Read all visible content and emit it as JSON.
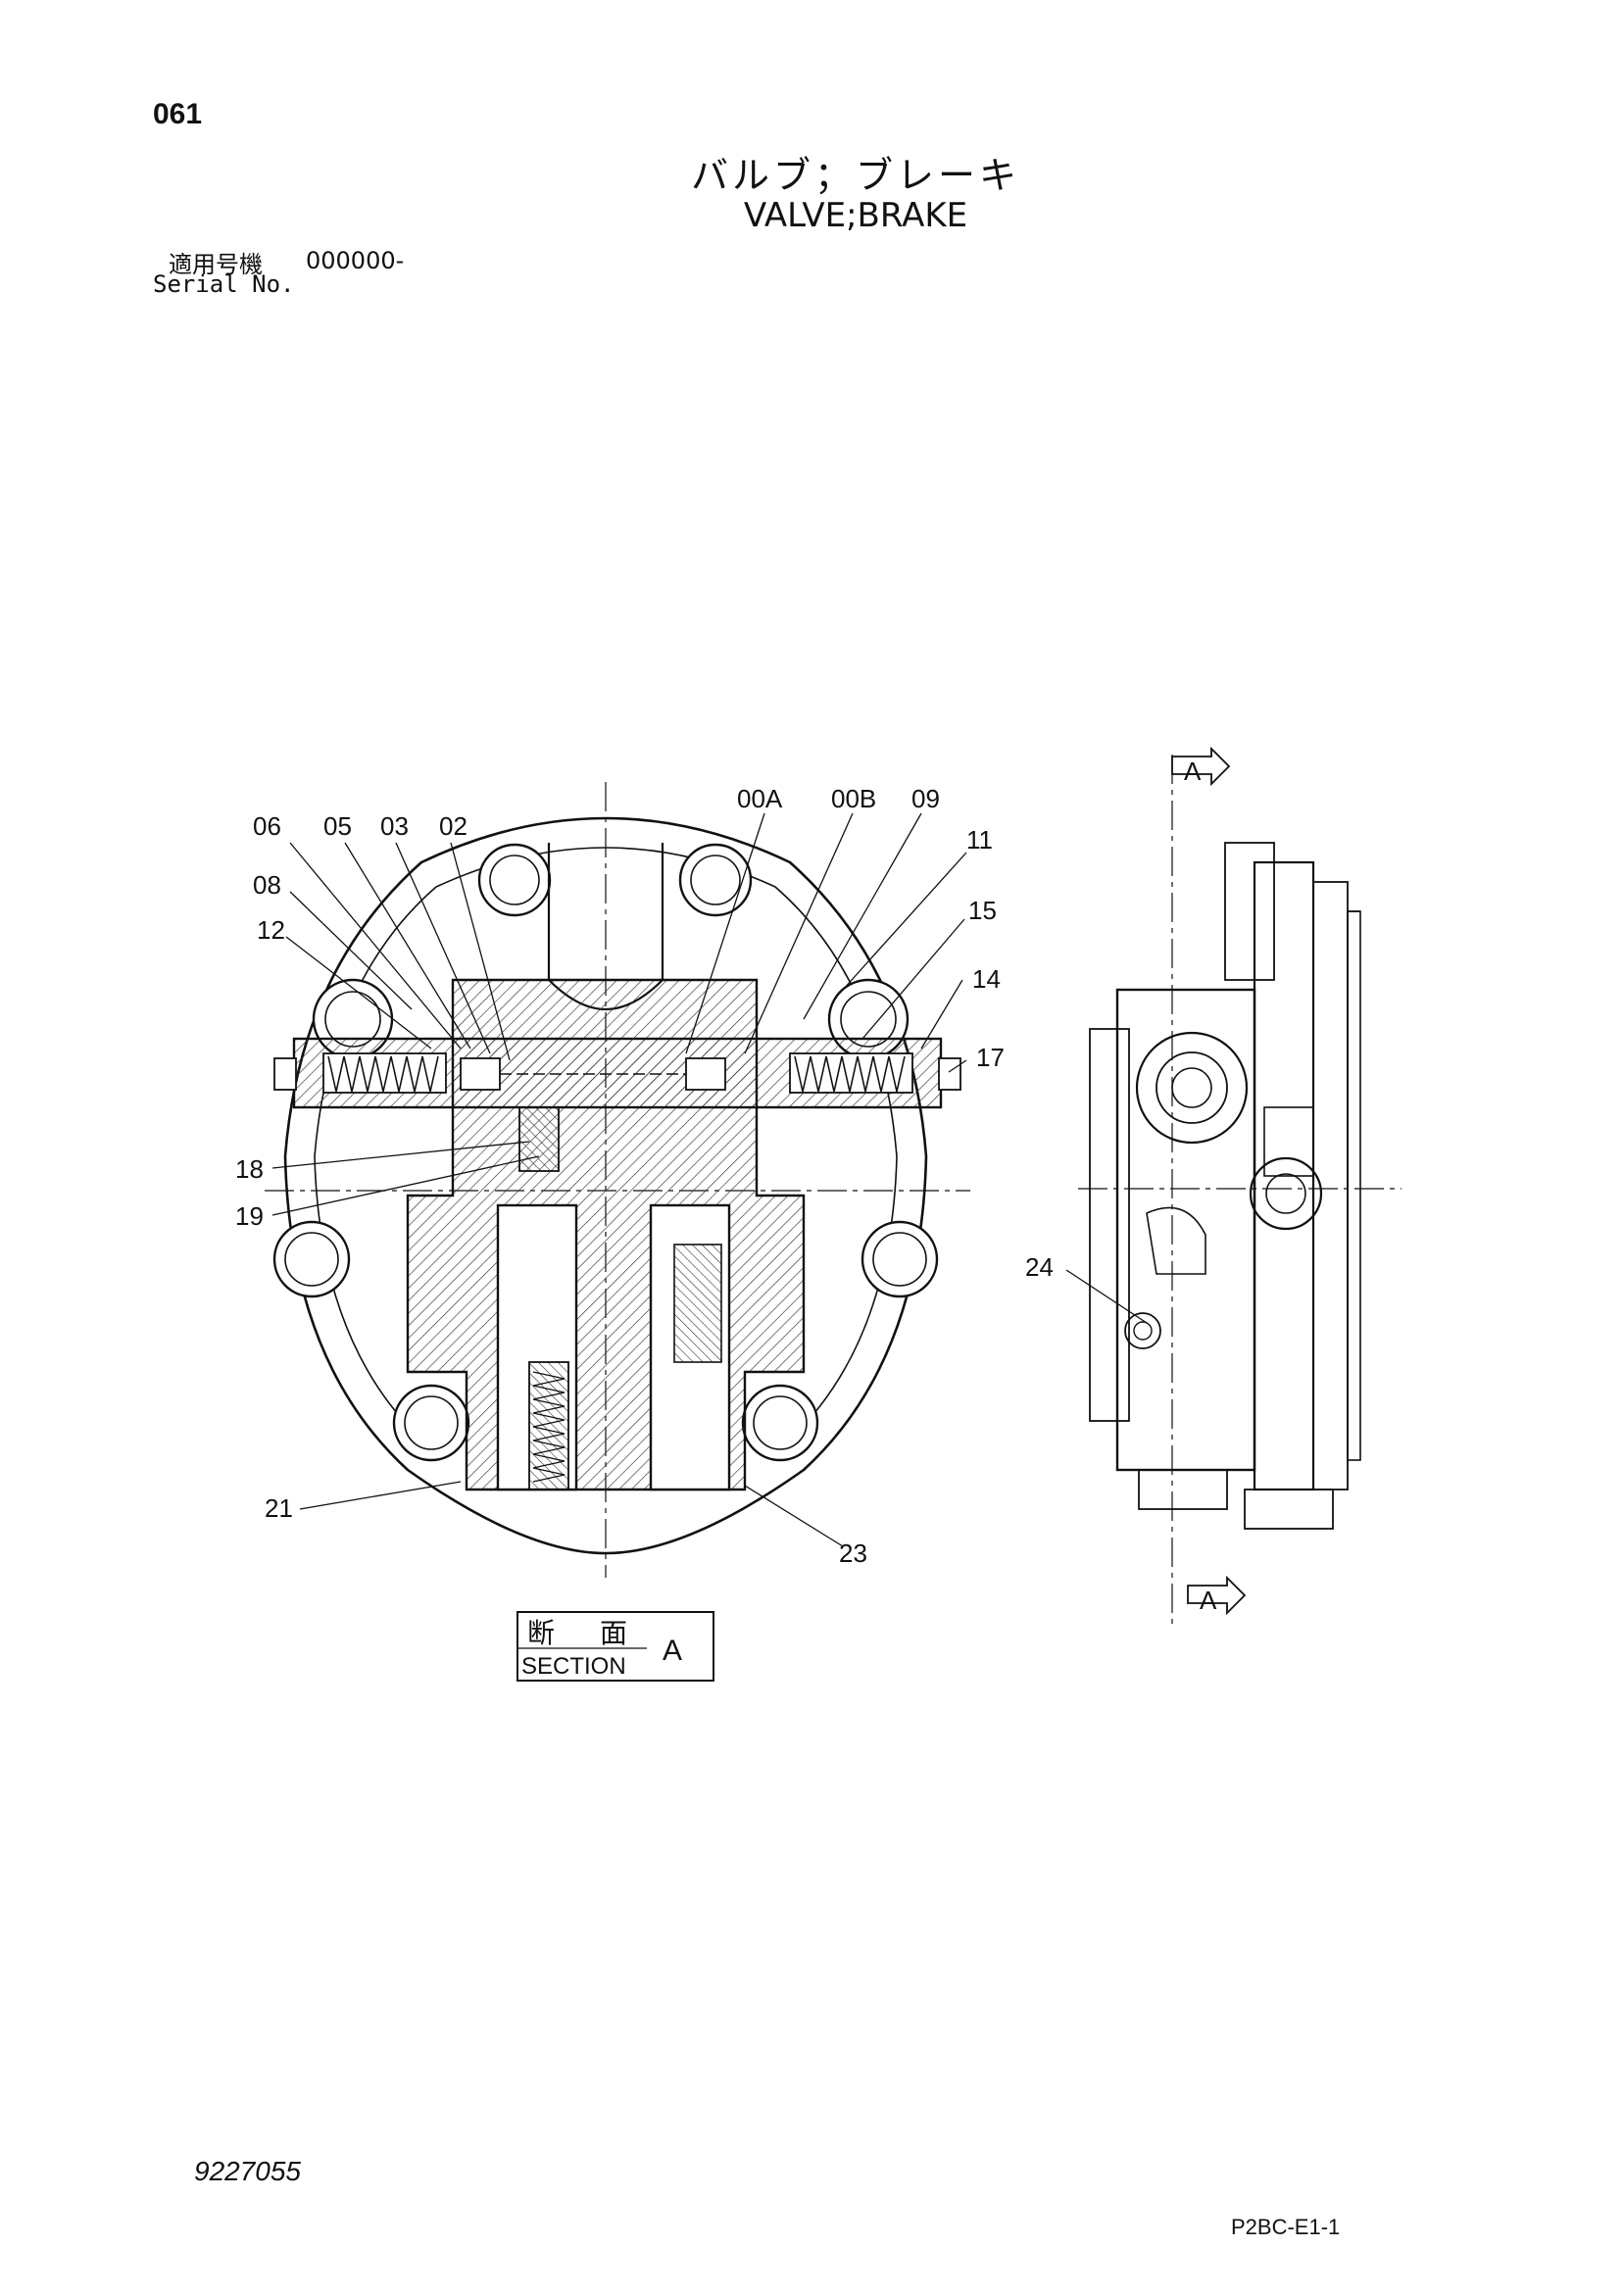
{
  "header": {
    "page_number": "061",
    "title_jp": "バルブ；ブレーキ",
    "title_en": "VALVE;BRAKE",
    "serial_label_jp": "適用号機",
    "serial_label_en": "Serial No.",
    "serial_value": "000000-"
  },
  "callouts": [
    "06",
    "05",
    "03",
    "02",
    "00A",
    "00B",
    "09",
    "11",
    "08",
    "12",
    "15",
    "14",
    "17",
    "18",
    "19",
    "24",
    "21",
    "23"
  ],
  "section_view": {
    "arrow_label_top": "A",
    "arrow_label_bottom": "A"
  },
  "section_label": {
    "kanji_1": "断",
    "kanji_2": "面",
    "english": "SECTION",
    "letter": "A"
  },
  "footer": {
    "doc_number": "9227055",
    "page_code": "P2BC-E1-1"
  }
}
